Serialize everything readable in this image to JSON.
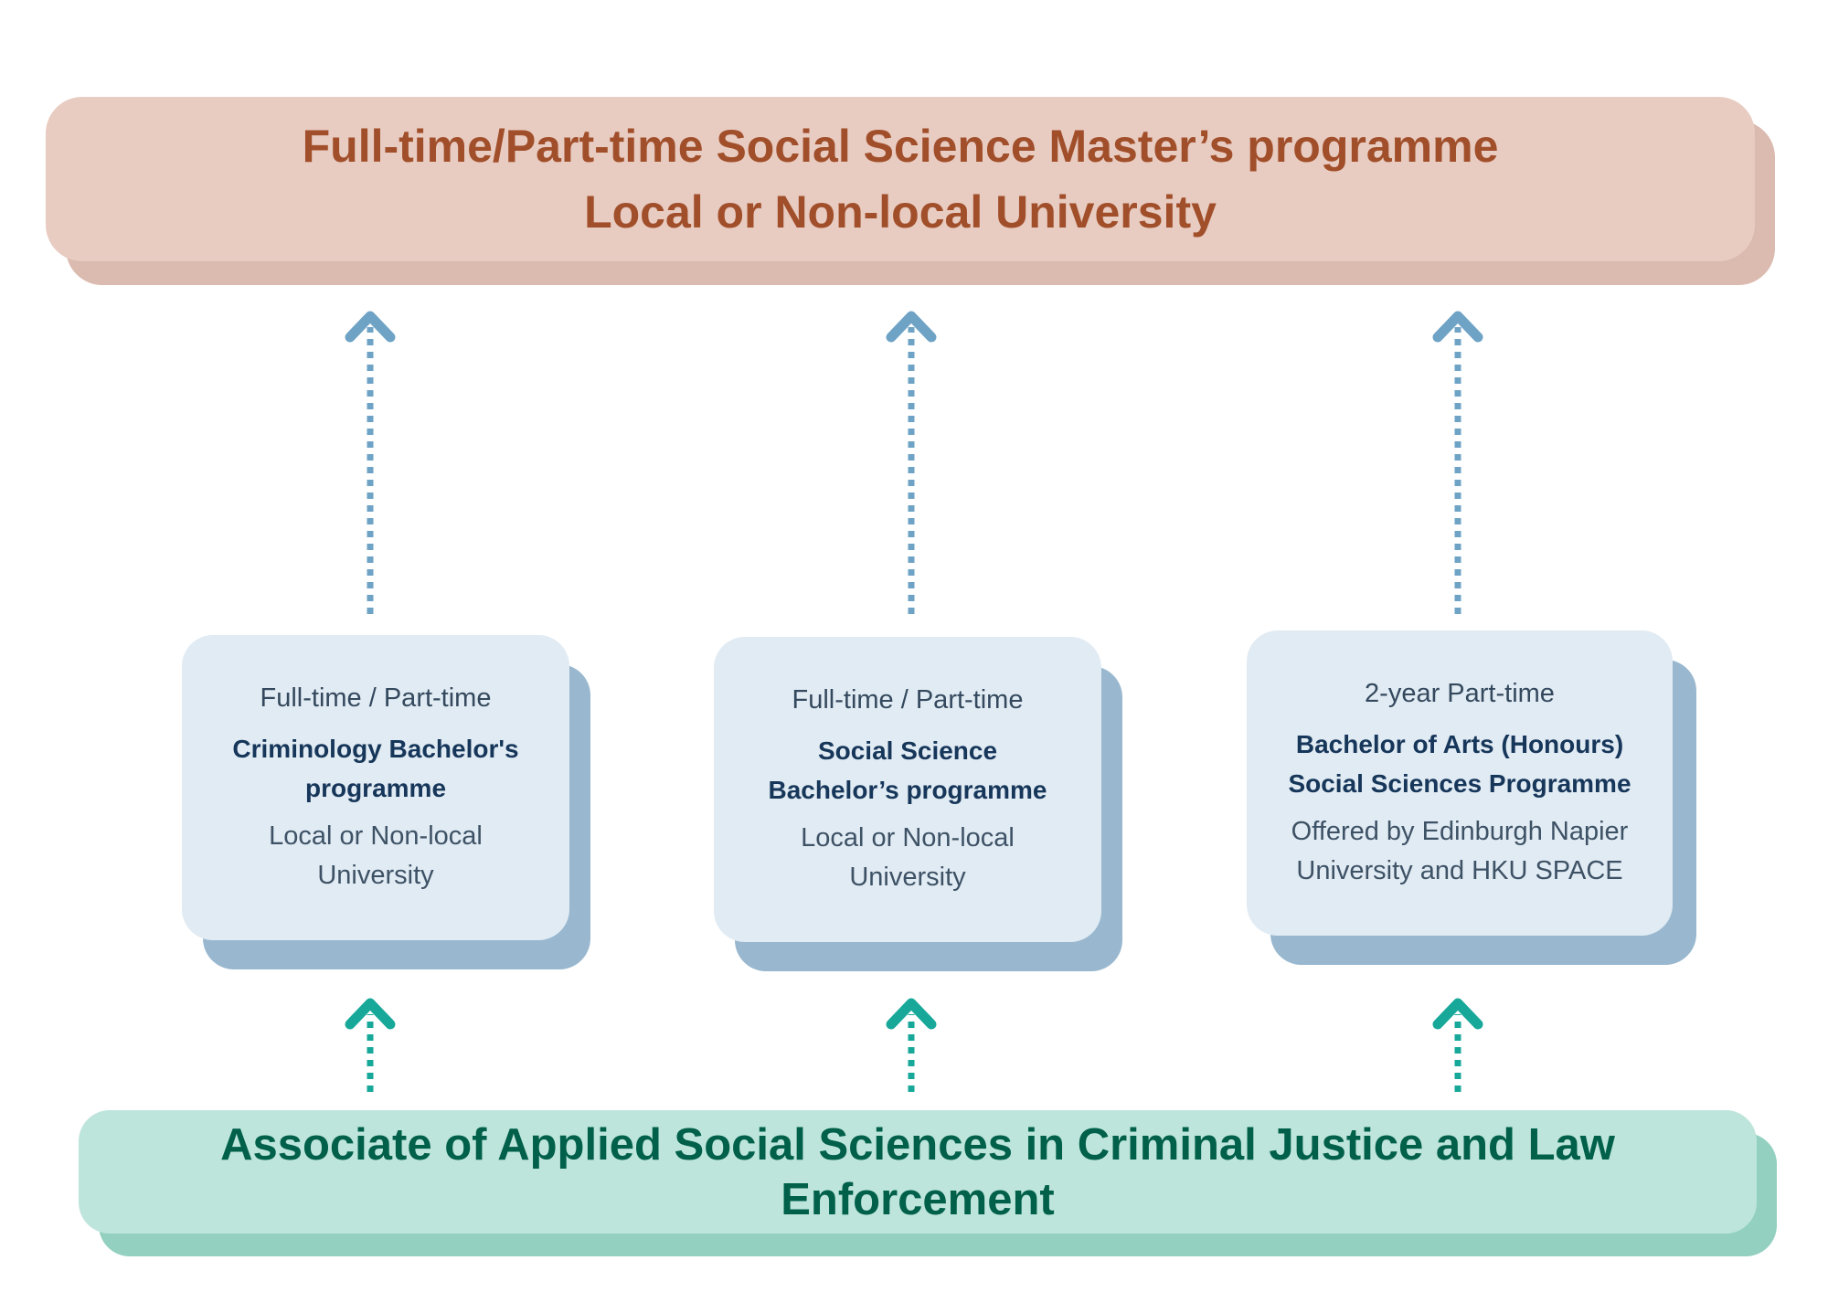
{
  "master": {
    "line1": "Full-time/Part-time Social Science Master’s programme",
    "line2": "Local or Non-local University"
  },
  "programmes": [
    {
      "mode": "Full-time / Part-time",
      "title_line1": "Criminology Bachelor's",
      "title_line2": "programme",
      "where_line1": "Local or Non-local",
      "where_line2": "University"
    },
    {
      "mode": "Full-time / Part-time",
      "title_line1": "Social Science",
      "title_line2": "Bachelor’s programme",
      "where_line1": "Local or Non-local",
      "where_line2": "University"
    },
    {
      "mode": "2-year Part-time",
      "title_line1": "Bachelor of Arts (Honours)",
      "title_line2": "Social Sciences Programme",
      "where_line1": "Offered by Edinburgh Napier",
      "where_line2": "University and HKU SPACE"
    }
  ],
  "associate": {
    "title": "Associate of Applied Social Sciences in Criminal Justice and Law Enforcement"
  },
  "colors": {
    "master_text": "#a14f2a",
    "master_fill": "#e8cbc1",
    "associate_text": "#00604a",
    "associate_fill": "#bee5dc",
    "card_fill": "#e1ebf3",
    "card_shadow": "#99b8cf",
    "upper_arrow": "#6ea3c6",
    "lower_arrow": "#17a89a"
  }
}
